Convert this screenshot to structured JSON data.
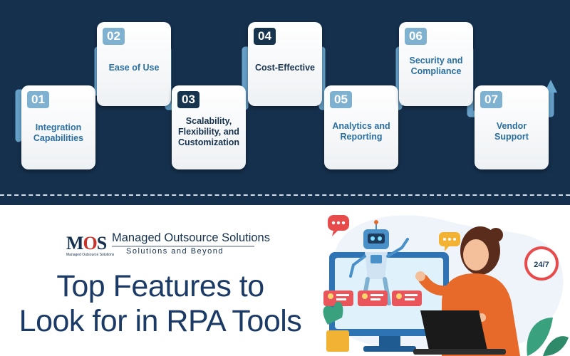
{
  "features": [
    {
      "number": "01",
      "label": "Integration\nCapabilities"
    },
    {
      "number": "02",
      "label": "Ease of Use"
    },
    {
      "number": "03",
      "label": "Scalability,\nFlexibility, and\nCustomization"
    },
    {
      "number": "04",
      "label": "Cost-Effective"
    },
    {
      "number": "05",
      "label": "Analytics and\nReporting"
    },
    {
      "number": "06",
      "label": "Security and\nCompliance"
    },
    {
      "number": "07",
      "label": "Vendor\nSupport"
    }
  ],
  "logo": {
    "letters": "M",
    "letter_o": "O",
    "letter_s": "S",
    "small_text": "Managed Outsource Solutions",
    "name": "Managed Outsource Solutions",
    "tagline": "Solutions and Beyond"
  },
  "headline": {
    "line1": "Top Features to",
    "line2": "Look for in RPA Tools"
  },
  "illustration": {
    "clock_label": "24/7"
  },
  "colors": {
    "navy": "#15304d",
    "badge_light": "#7fb2d1",
    "badge_dark": "#17344f",
    "label_blue": "#2b6fa0",
    "headline": "#1b3a66",
    "accent_orange": "#e86a2b"
  }
}
